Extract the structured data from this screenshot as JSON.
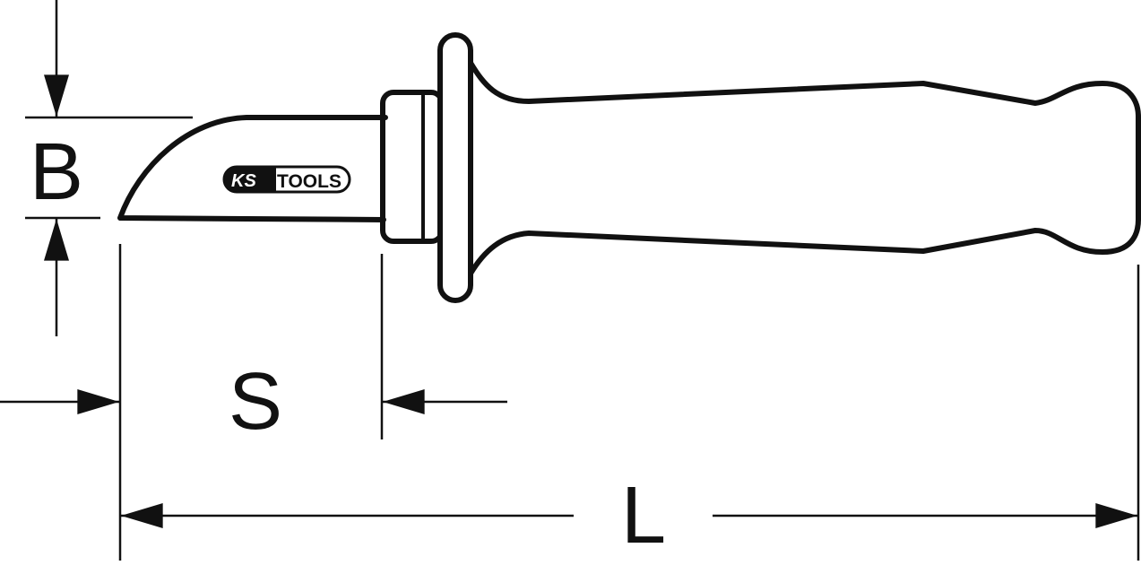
{
  "labels": {
    "B": "B",
    "S": "S",
    "L": "L"
  },
  "logo": {
    "text": "KS TOOLS",
    "ks": "KS",
    "tools": "TOOLS"
  },
  "colors": {
    "line": "#111111",
    "background": "#ffffff"
  }
}
